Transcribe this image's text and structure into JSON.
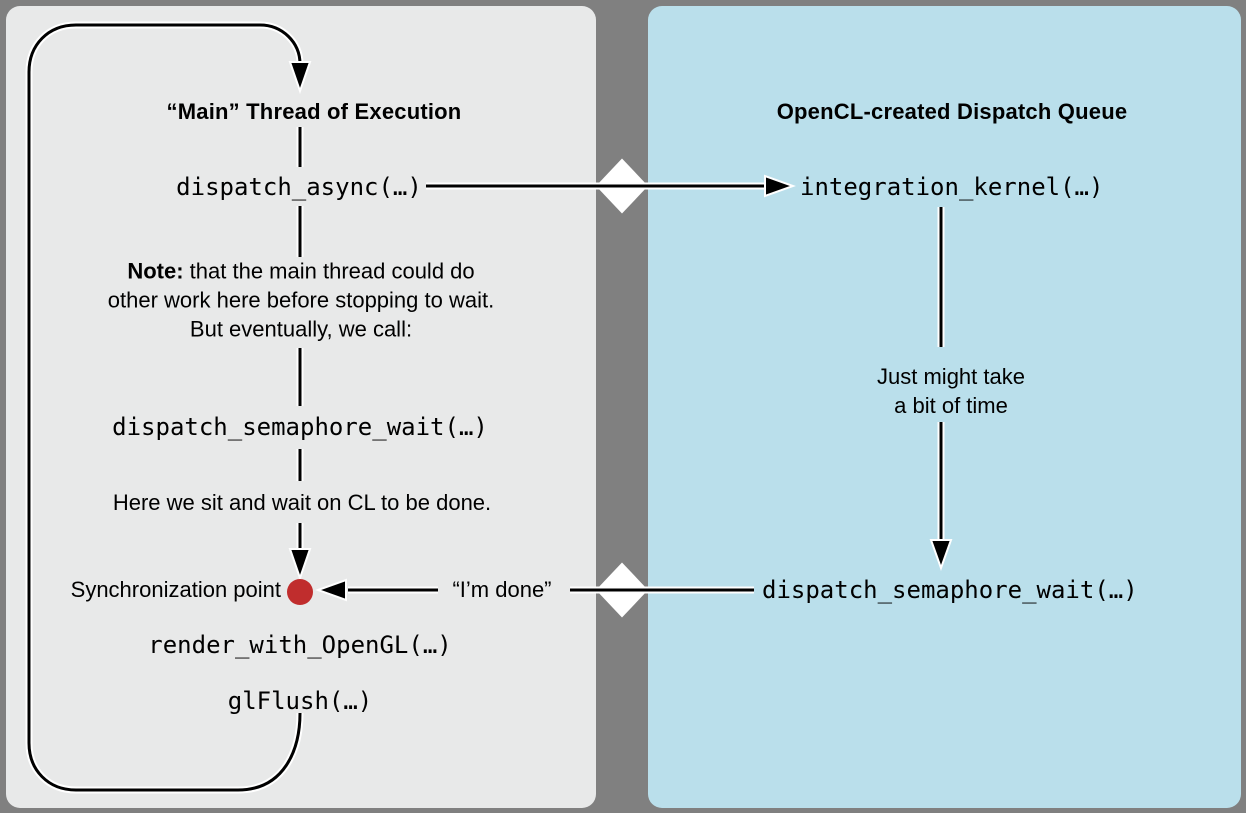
{
  "colors": {
    "outer_background": "#808080",
    "left_panel": "#e8e9e9",
    "right_panel": "#badfeb",
    "line": "#000000",
    "line_casing": "#ffffff",
    "sync_dot": "#c02d2d",
    "diamond": "#ffffff"
  },
  "left_panel": {
    "title": "“Main” Thread of Execution",
    "call_dispatch_async": "dispatch_async(…)",
    "note_bold": "Note:",
    "note_line1_rest": " that the main thread could do",
    "note_line2": "other work here before stopping to wait.",
    "note_line3": "But eventually, we call:",
    "call_dispatch_semaphore_wait": "dispatch_semaphore_wait(…)",
    "wait_caption": "Here we sit and wait on CL to be done.",
    "sync_point_label": "Synchronization point",
    "call_render_with_opengl": "render_with_OpenGL(…)",
    "call_glflush": "glFlush(…)"
  },
  "right_panel": {
    "title": "OpenCL-created Dispatch Queue",
    "call_integration_kernel": "integration_kernel(…)",
    "duration_caption_line1": "Just might take",
    "duration_caption_line2": "a bit of time",
    "call_dispatch_semaphore_wait": "dispatch_semaphore_wait(…)"
  },
  "connector": {
    "done_label": "“I’m done”"
  }
}
